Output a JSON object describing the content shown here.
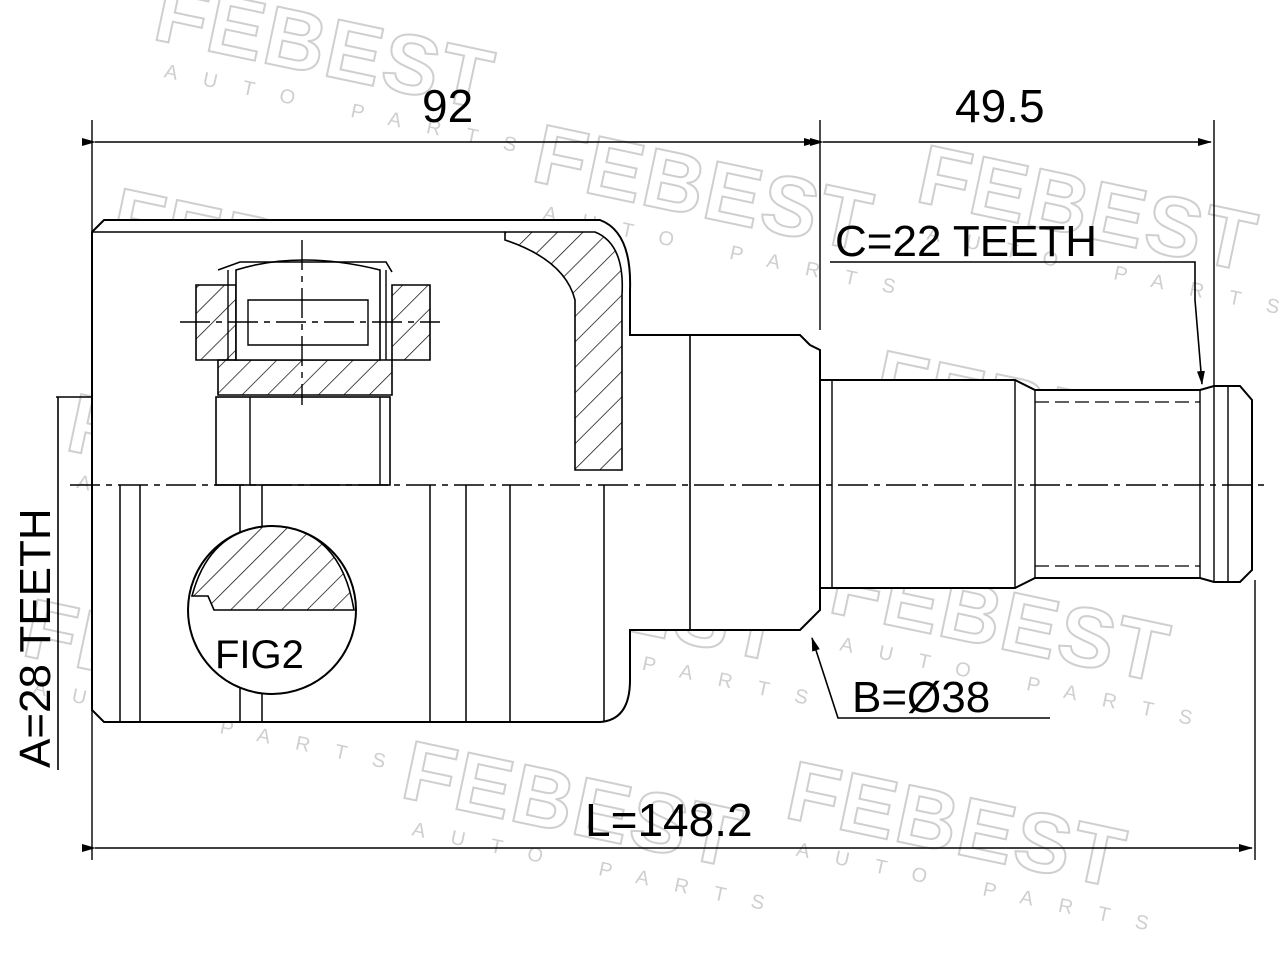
{
  "drawing": {
    "dimensions": {
      "inner_length": "92",
      "spline_length": "49.5",
      "total_length": "L=148.2"
    },
    "specs": {
      "outer_spline_teeth": "C=22 TEETH",
      "seal_diameter": "B=Ø38",
      "inner_spline_teeth": "A=28 TEETH"
    },
    "detail_label": "FIG2",
    "watermark": {
      "brand": "FEBEST",
      "tagline": "AUTO PARTS"
    }
  },
  "colors": {
    "line": "#000000",
    "watermark": "#cfcfcf",
    "background": "#ffffff"
  }
}
